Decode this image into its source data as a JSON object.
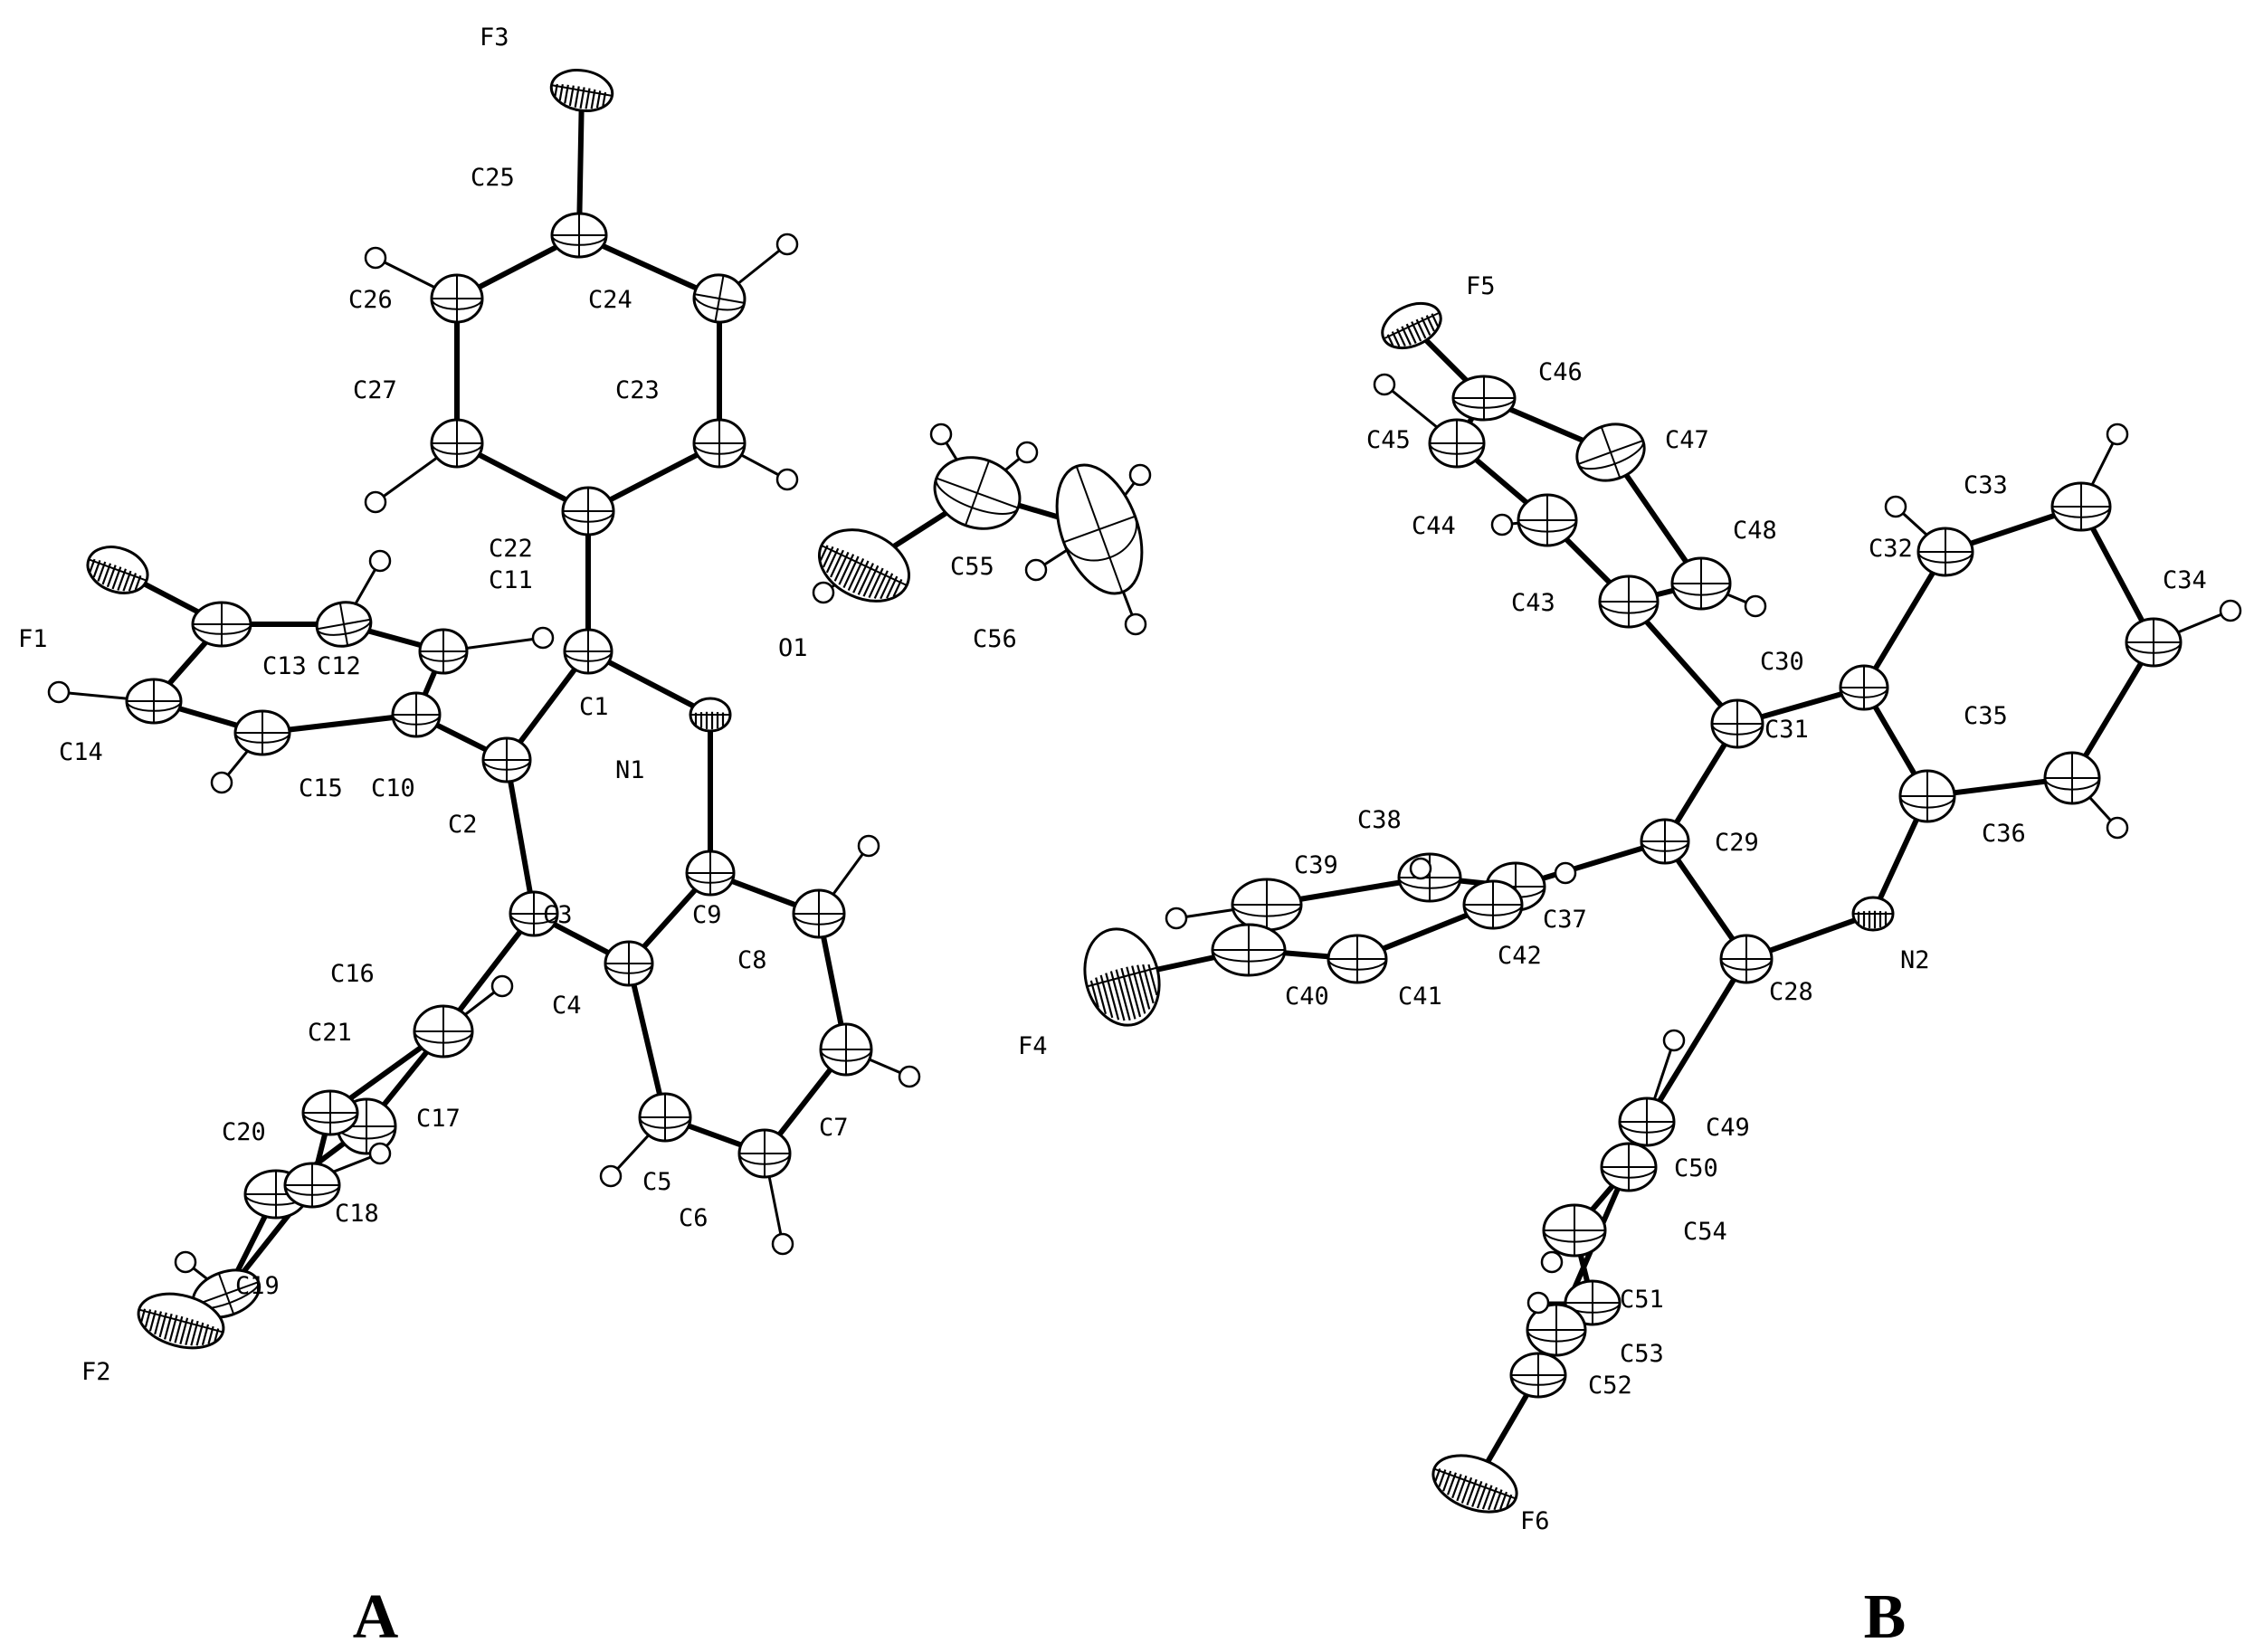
{
  "panels": [
    {
      "id": "A",
      "label": "A"
    },
    {
      "id": "B",
      "label": "B"
    }
  ],
  "atom_labels": {
    "F1": "F1",
    "F2": "F2",
    "F3": "F3",
    "F4": "F4",
    "F5": "F5",
    "F6": "F6",
    "N1": "N1",
    "N2": "N2",
    "O1": "O1",
    "C1": "C1",
    "C2": "C2",
    "C3": "C3",
    "C4": "C4",
    "C5": "C5",
    "C6": "C6",
    "C7": "C7",
    "C8": "C8",
    "C9": "C9",
    "C10": "C10",
    "C11": "C11",
    "C12": "C12",
    "C13": "C13",
    "C14": "C14",
    "C15": "C15",
    "C16": "C16",
    "C17": "C17",
    "C18": "C18",
    "C19": "C19",
    "C20": "C20",
    "C21": "C21",
    "C22": "C22",
    "C23": "C23",
    "C24": "C24",
    "C25": "C25",
    "C26": "C26",
    "C27": "C27",
    "C28": "C28",
    "C29": "C29",
    "C30": "C30",
    "C31": "C31",
    "C32": "C32",
    "C33": "C33",
    "C34": "C34",
    "C35": "C35",
    "C36": "C36",
    "C37": "C37",
    "C38": "C38",
    "C39": "C39",
    "C40": "C40",
    "C41": "C41",
    "C42": "C42",
    "C43": "C43",
    "C44": "C44",
    "C45": "C45",
    "C46": "C46",
    "C47": "C47",
    "C48": "C48",
    "C49": "C49",
    "C50": "C50",
    "C51": "C51",
    "C52": "C52",
    "C53": "C53",
    "C54": "C54",
    "C55": "C55",
    "C56": "C56"
  }
}
